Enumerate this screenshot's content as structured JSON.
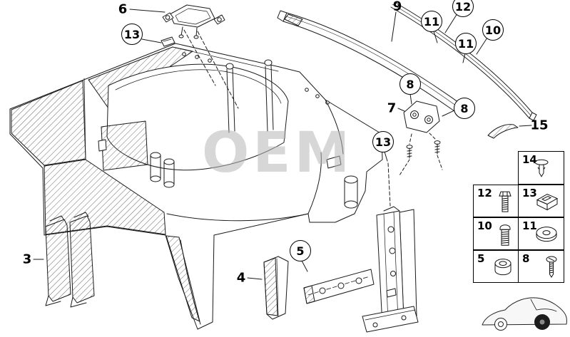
{
  "watermark": {
    "text": "OEM"
  },
  "colors": {
    "line": "#1a1a1a",
    "watermark": "#b7b7b7",
    "background": "#ffffff"
  },
  "callouts": [
    {
      "label": "6",
      "style": "plain"
    },
    {
      "label": "13",
      "style": "circle"
    },
    {
      "label": "9",
      "style": "plain"
    },
    {
      "label": "12",
      "style": "circle"
    },
    {
      "label": "11",
      "style": "circle"
    },
    {
      "label": "10",
      "style": "circle"
    },
    {
      "label": "11",
      "style": "circle"
    },
    {
      "label": "8",
      "style": "circle"
    },
    {
      "label": "7",
      "style": "plain"
    },
    {
      "label": "8",
      "style": "circle"
    },
    {
      "label": "15",
      "style": "plain"
    },
    {
      "label": "13",
      "style": "circle"
    },
    {
      "label": "3",
      "style": "plain"
    },
    {
      "label": "4",
      "style": "plain"
    },
    {
      "label": "5",
      "style": "circle"
    }
  ],
  "legend": {
    "cells": [
      {
        "label": "14",
        "icon": "expansion-rivet-icon"
      },
      {
        "label": "12",
        "icon": "hex-bolt-icon"
      },
      {
        "label": "13",
        "icon": "sheet-metal-clip-icon"
      },
      {
        "label": "10",
        "icon": "torx-bolt-icon"
      },
      {
        "label": "11",
        "icon": "grommet-icon"
      },
      {
        "label": "5",
        "icon": "cap-nut-icon"
      },
      {
        "label": "8",
        "icon": "screw-icon"
      }
    ]
  }
}
